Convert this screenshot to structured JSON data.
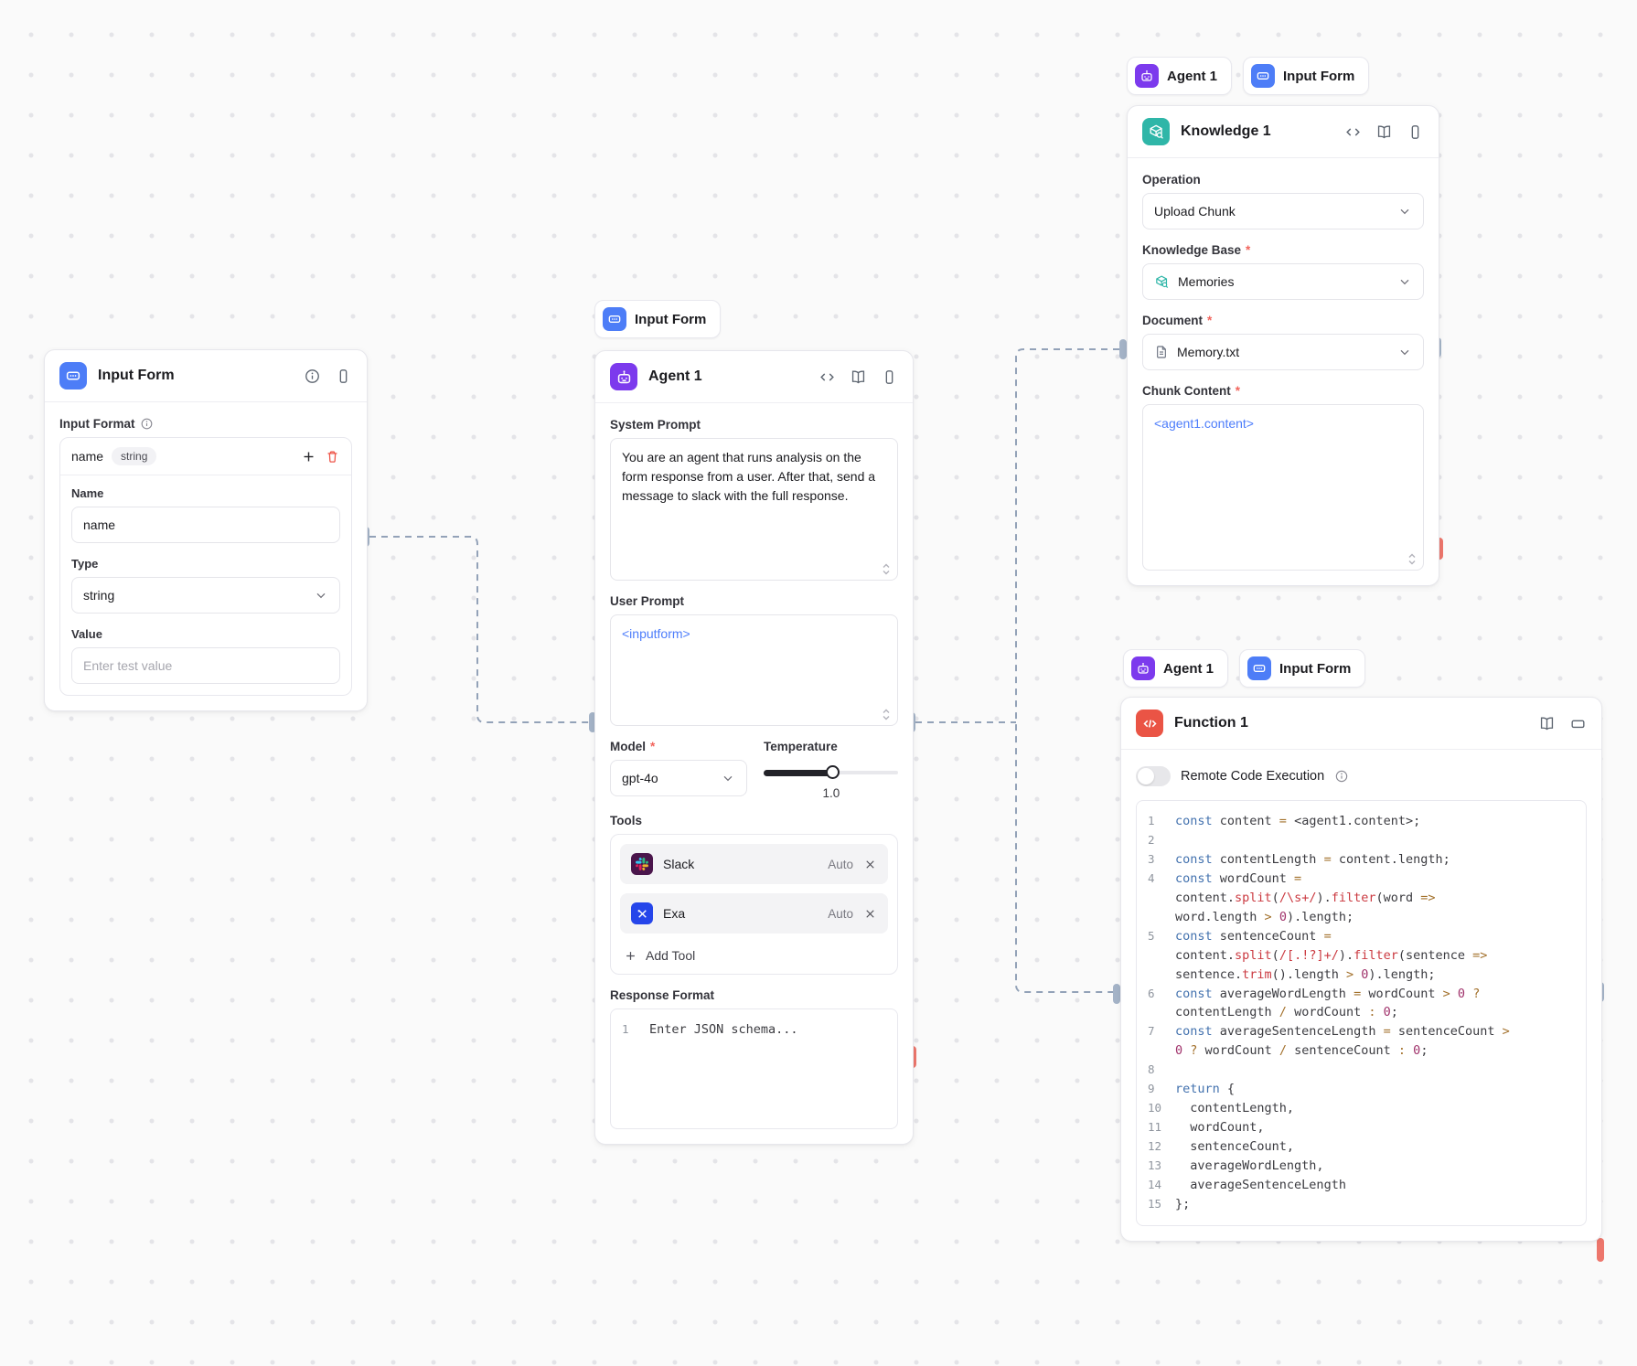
{
  "ui": {
    "required": "*"
  },
  "colors": {
    "accent_blue": "#4d7df7",
    "accent_violet": "#7c3aed",
    "accent_teal": "#2fb6a8",
    "accent_red": "#ea5445",
    "link_blue": "#4d7dfb",
    "handle_blue": "#a4b3c7",
    "handle_red": "#ed766c",
    "connector": "#93a2b8"
  },
  "chips": {
    "agent_above": [
      {
        "label": "Input Form"
      }
    ],
    "knowledge_above": [
      {
        "label": "Agent 1"
      },
      {
        "label": "Input Form"
      }
    ],
    "function_above": [
      {
        "label": "Agent 1"
      },
      {
        "label": "Input Form"
      }
    ]
  },
  "input_form": {
    "title": "Input Form",
    "section_label": "Input Format",
    "field_name": "name",
    "field_type_badge": "string",
    "name_label": "Name",
    "name_value": "name",
    "type_label": "Type",
    "type_value": "string",
    "value_label": "Value",
    "value_placeholder": "Enter test value"
  },
  "agent": {
    "title": "Agent 1",
    "system_prompt_label": "System Prompt",
    "system_prompt": "You are an agent that runs analysis on the form response from a user. After that, send a message to slack with the full response.",
    "user_prompt_label": "User Prompt",
    "user_prompt": "<inputform>",
    "model_label": "Model",
    "model_value": "gpt-4o",
    "temperature_label": "Temperature",
    "temperature_value": "1.0",
    "tools_label": "Tools",
    "tools": [
      {
        "name": "Slack",
        "mode": "Auto"
      },
      {
        "name": "Exa",
        "mode": "Auto"
      }
    ],
    "add_tool_label": "Add Tool",
    "response_format_label": "Response Format",
    "response_line_number": "1",
    "response_placeholder": "Enter JSON schema..."
  },
  "knowledge": {
    "title": "Knowledge 1",
    "operation_label": "Operation",
    "operation_value": "Upload Chunk",
    "kb_label": "Knowledge Base",
    "kb_value": "Memories",
    "document_label": "Document",
    "document_value": "Memory.txt",
    "chunk_label": "Chunk Content",
    "chunk_value": "<agent1.content>"
  },
  "function": {
    "title": "Function 1",
    "rce_label": "Remote Code Execution",
    "code_lines": [
      {
        "n": "1",
        "tokens": [
          [
            "kw",
            "const"
          ],
          [
            "pl",
            " content "
          ],
          [
            "op",
            "="
          ],
          [
            "pl",
            " <agent1.content>;"
          ]
        ]
      },
      {
        "n": "2",
        "tokens": []
      },
      {
        "n": "3",
        "tokens": [
          [
            "kw",
            "const"
          ],
          [
            "pl",
            " contentLength "
          ],
          [
            "op",
            "="
          ],
          [
            "pl",
            " content.length;"
          ]
        ]
      },
      {
        "n": "4",
        "tokens": [
          [
            "kw",
            "const"
          ],
          [
            "pl",
            " wordCount "
          ],
          [
            "op",
            "="
          ],
          [
            "pl",
            " content."
          ],
          [
            "fn",
            "split"
          ],
          [
            "pl",
            "("
          ],
          [
            "rx",
            "/\\s+/"
          ],
          [
            "pl",
            ")."
          ],
          [
            "fn",
            "filter"
          ],
          [
            "pl",
            "(word "
          ],
          [
            "op",
            "=>"
          ],
          [
            "pl",
            " word.length "
          ],
          [
            "op",
            ">"
          ],
          [
            "pl",
            " "
          ],
          [
            "num",
            "0"
          ],
          [
            "pl",
            ").length;"
          ]
        ]
      },
      {
        "n": "5",
        "tokens": [
          [
            "kw",
            "const"
          ],
          [
            "pl",
            " sentenceCount "
          ],
          [
            "op",
            "="
          ],
          [
            "pl",
            " content."
          ],
          [
            "fn",
            "split"
          ],
          [
            "pl",
            "("
          ],
          [
            "rx",
            "/[.!?]+/"
          ],
          [
            "pl",
            ")."
          ],
          [
            "fn",
            "filter"
          ],
          [
            "pl",
            "(sentence "
          ],
          [
            "op",
            "=>"
          ],
          [
            "pl",
            " sentence."
          ],
          [
            "fn",
            "trim"
          ],
          [
            "pl",
            "().length "
          ],
          [
            "op",
            ">"
          ],
          [
            "pl",
            " "
          ],
          [
            "num",
            "0"
          ],
          [
            "pl",
            ").length;"
          ]
        ]
      },
      {
        "n": "6",
        "tokens": [
          [
            "kw",
            "const"
          ],
          [
            "pl",
            " averageWordLength "
          ],
          [
            "op",
            "="
          ],
          [
            "pl",
            " wordCount "
          ],
          [
            "op",
            ">"
          ],
          [
            "pl",
            " "
          ],
          [
            "num",
            "0"
          ],
          [
            "pl",
            " "
          ],
          [
            "op",
            "?"
          ],
          [
            "pl",
            " contentLength "
          ],
          [
            "op",
            "/"
          ],
          [
            "pl",
            " wordCount "
          ],
          [
            "op",
            ":"
          ],
          [
            "pl",
            " "
          ],
          [
            "num",
            "0"
          ],
          [
            "pl",
            ";"
          ]
        ]
      },
      {
        "n": "7",
        "tokens": [
          [
            "kw",
            "const"
          ],
          [
            "pl",
            " averageSentenceLength "
          ],
          [
            "op",
            "="
          ],
          [
            "pl",
            " sentenceCount "
          ],
          [
            "op",
            ">"
          ],
          [
            "pl",
            " "
          ],
          [
            "num",
            "0"
          ],
          [
            "pl",
            " "
          ],
          [
            "op",
            "?"
          ],
          [
            "pl",
            " wordCount "
          ],
          [
            "op",
            "/"
          ],
          [
            "pl",
            " sentenceCount "
          ],
          [
            "op",
            ":"
          ],
          [
            "pl",
            " "
          ],
          [
            "num",
            "0"
          ],
          [
            "pl",
            ";"
          ]
        ]
      },
      {
        "n": "8",
        "tokens": []
      },
      {
        "n": "9",
        "tokens": [
          [
            "kw",
            "return"
          ],
          [
            "pl",
            " {"
          ]
        ]
      },
      {
        "n": "10",
        "tokens": [
          [
            "pl",
            "  contentLength,"
          ]
        ]
      },
      {
        "n": "11",
        "tokens": [
          [
            "pl",
            "  wordCount,"
          ]
        ]
      },
      {
        "n": "12",
        "tokens": [
          [
            "pl",
            "  sentenceCount,"
          ]
        ]
      },
      {
        "n": "13",
        "tokens": [
          [
            "pl",
            "  averageWordLength,"
          ]
        ]
      },
      {
        "n": "14",
        "tokens": [
          [
            "pl",
            "  averageSentenceLength"
          ]
        ]
      },
      {
        "n": "15",
        "tokens": [
          [
            "pl",
            "};"
          ]
        ]
      }
    ]
  }
}
